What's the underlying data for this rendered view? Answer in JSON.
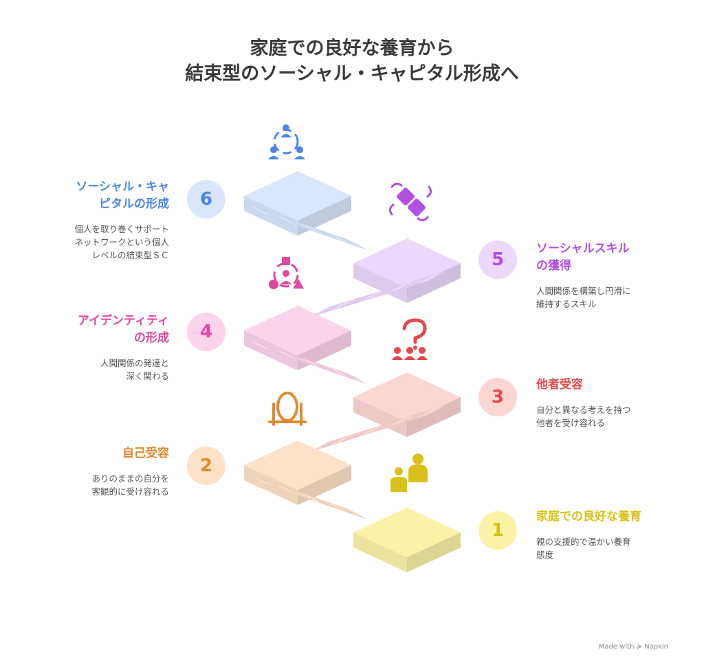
{
  "title": {
    "line1": "家庭での良好な養育から",
    "line2": "結束型のソーシャル・キャピタル形成へ"
  },
  "steps": [
    {
      "number": "1",
      "heading_lines": [
        "家庭での良好な養育"
      ],
      "desc_lines": [
        "親の支援的で温かい養育",
        "態度"
      ],
      "color": "#d8c21a",
      "light": "#fbf2a8",
      "icon": "parent-child-icon"
    },
    {
      "number": "2",
      "heading_lines": [
        "自己受容"
      ],
      "desc_lines": [
        "ありのままの自分を",
        "客観的に受け容れる"
      ],
      "color": "#e08a30",
      "light": "#fde2c8",
      "icon": "mirror-icon"
    },
    {
      "number": "3",
      "heading_lines": [
        "他者受容"
      ],
      "desc_lines": [
        "自分と異なる考えを持つ",
        "他者を受け容れる"
      ],
      "color": "#e5484d",
      "light": "#fcd6d2",
      "icon": "question-group-icon"
    },
    {
      "number": "4",
      "heading_lines": [
        "アイデンティティ",
        "の形成"
      ],
      "desc_lines": [
        "人間関係の発達と",
        "深く関わる"
      ],
      "color": "#e0479e",
      "light": "#fbd3ea",
      "icon": "shapes-cycle-icon"
    },
    {
      "number": "5",
      "heading_lines": [
        "ソーシャルスキル",
        "の獲得"
      ],
      "desc_lines": [
        "人間関係を構築し円滑に",
        "維持するスキル"
      ],
      "color": "#b04fe0",
      "light": "#ecd8fb",
      "icon": "puzzle-icon"
    },
    {
      "number": "6",
      "heading_lines": [
        "ソーシャル・キャ",
        "ピタルの形成"
      ],
      "desc_lines": [
        "個人を取り巻くサポート",
        "ネットワークという個人",
        "レベルの結束型ＳＣ"
      ],
      "color": "#4a86e8",
      "light": "#d9e6fb",
      "icon": "network-icon"
    }
  ],
  "watermark": "Made with ≽ Napkin"
}
